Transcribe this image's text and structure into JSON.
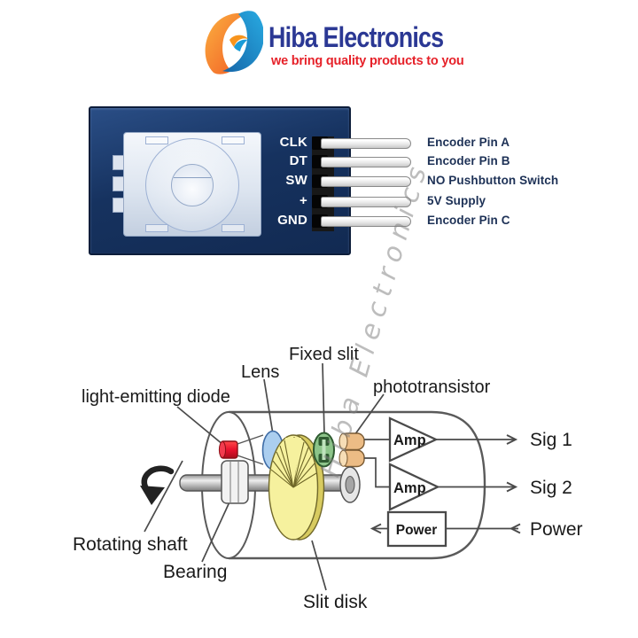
{
  "logo": {
    "brand": "Hiba Electronics",
    "tagline": "we bring quality products to you",
    "brand_color": "#2b3894",
    "tagline_color": "#e62129",
    "icon_orange": "#f7941d",
    "icon_blue": "#1b9cd8"
  },
  "watermark": {
    "text": "Hiba Electronics"
  },
  "module": {
    "board_color": "#16325f",
    "pins": [
      {
        "board_label": "CLK",
        "description": "Encoder Pin A"
      },
      {
        "board_label": "DT",
        "description": "Encoder Pin B"
      },
      {
        "board_label": "SW",
        "description": "NO Pushbutton Switch"
      },
      {
        "board_label": "+",
        "description": "5V Supply"
      },
      {
        "board_label": "GND",
        "description": "Encoder Pin C"
      }
    ]
  },
  "diagram": {
    "labels": {
      "led": "light-emitting diode",
      "lens": "Lens",
      "fixed_slit": "Fixed slit",
      "phototransistor": "phototransistor",
      "rotating_shaft": "Rotating shaft",
      "bearing": "Bearing",
      "slit_disk": "Slit disk",
      "amp": "Amp",
      "sig1": "Sig 1",
      "sig2": "Sig 2",
      "power_box": "Power",
      "power_input": "Power"
    },
    "colors": {
      "led": "#e8112d",
      "lens": "#abceef",
      "slit_disk": "#f6f19e",
      "fixed_slit": "#8cc489",
      "phototransistor": "#ecbc85"
    }
  }
}
